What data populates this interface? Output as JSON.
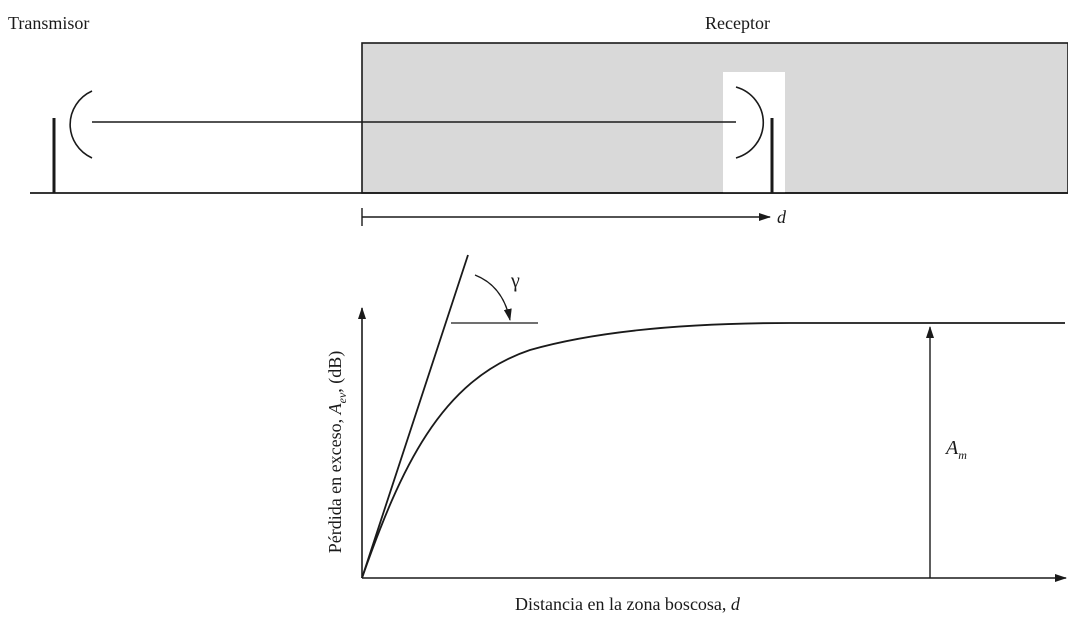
{
  "labels": {
    "transmitter": "Transmisor",
    "receiver": "Receptor",
    "distance_symbol": "d",
    "gamma_symbol": "γ",
    "am_main": "A",
    "am_sub": "m",
    "x_axis": "Distancia en la zona boscosa, ",
    "x_axis_var": "d",
    "y_axis_prefix": "Pérdida en exceso, ",
    "y_axis_var": "A",
    "y_axis_sub": "ev",
    "y_axis_suffix": ", (dB)"
  },
  "colors": {
    "forest_fill": "#d9d9d9",
    "line": "#1a1a1a",
    "clearing": "#ffffff"
  }
}
